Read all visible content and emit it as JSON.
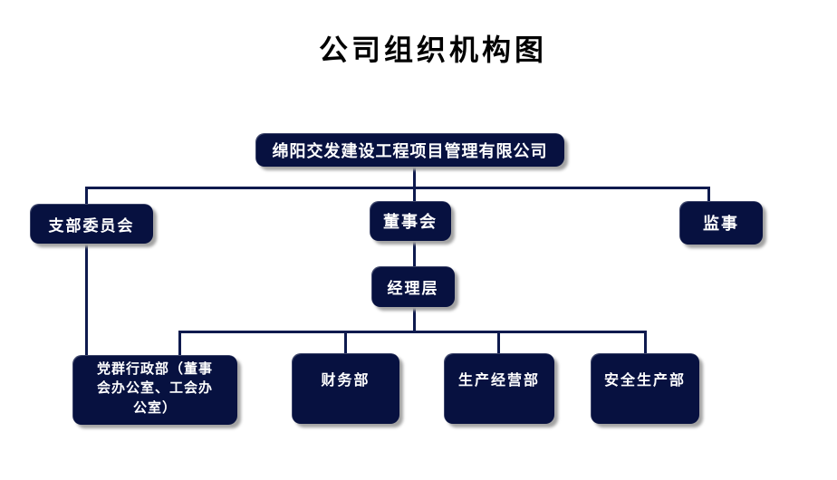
{
  "title": "公司组织机构图",
  "colors": {
    "background": "#ffffff",
    "title_text": "#000000",
    "node_fill": "#071140",
    "node_text": "#ffffff",
    "connector": "#0e1a4e",
    "shadow": "#a3a3a3"
  },
  "nodes": [
    {
      "id": "company",
      "label": "绵阳交发建设工程项目管理有限公司"
    },
    {
      "id": "branch-committee",
      "label": "支部委员会"
    },
    {
      "id": "board",
      "label": "董事会"
    },
    {
      "id": "supervisor",
      "label": "监事"
    },
    {
      "id": "management",
      "label": "经理层"
    },
    {
      "id": "party-admin",
      "label": "党群行政部（董事会办公室、工会办公室）"
    },
    {
      "id": "finance",
      "label": "财务部"
    },
    {
      "id": "production-ops",
      "label": "生产经营部"
    },
    {
      "id": "safety",
      "label": "安全生产部"
    }
  ]
}
